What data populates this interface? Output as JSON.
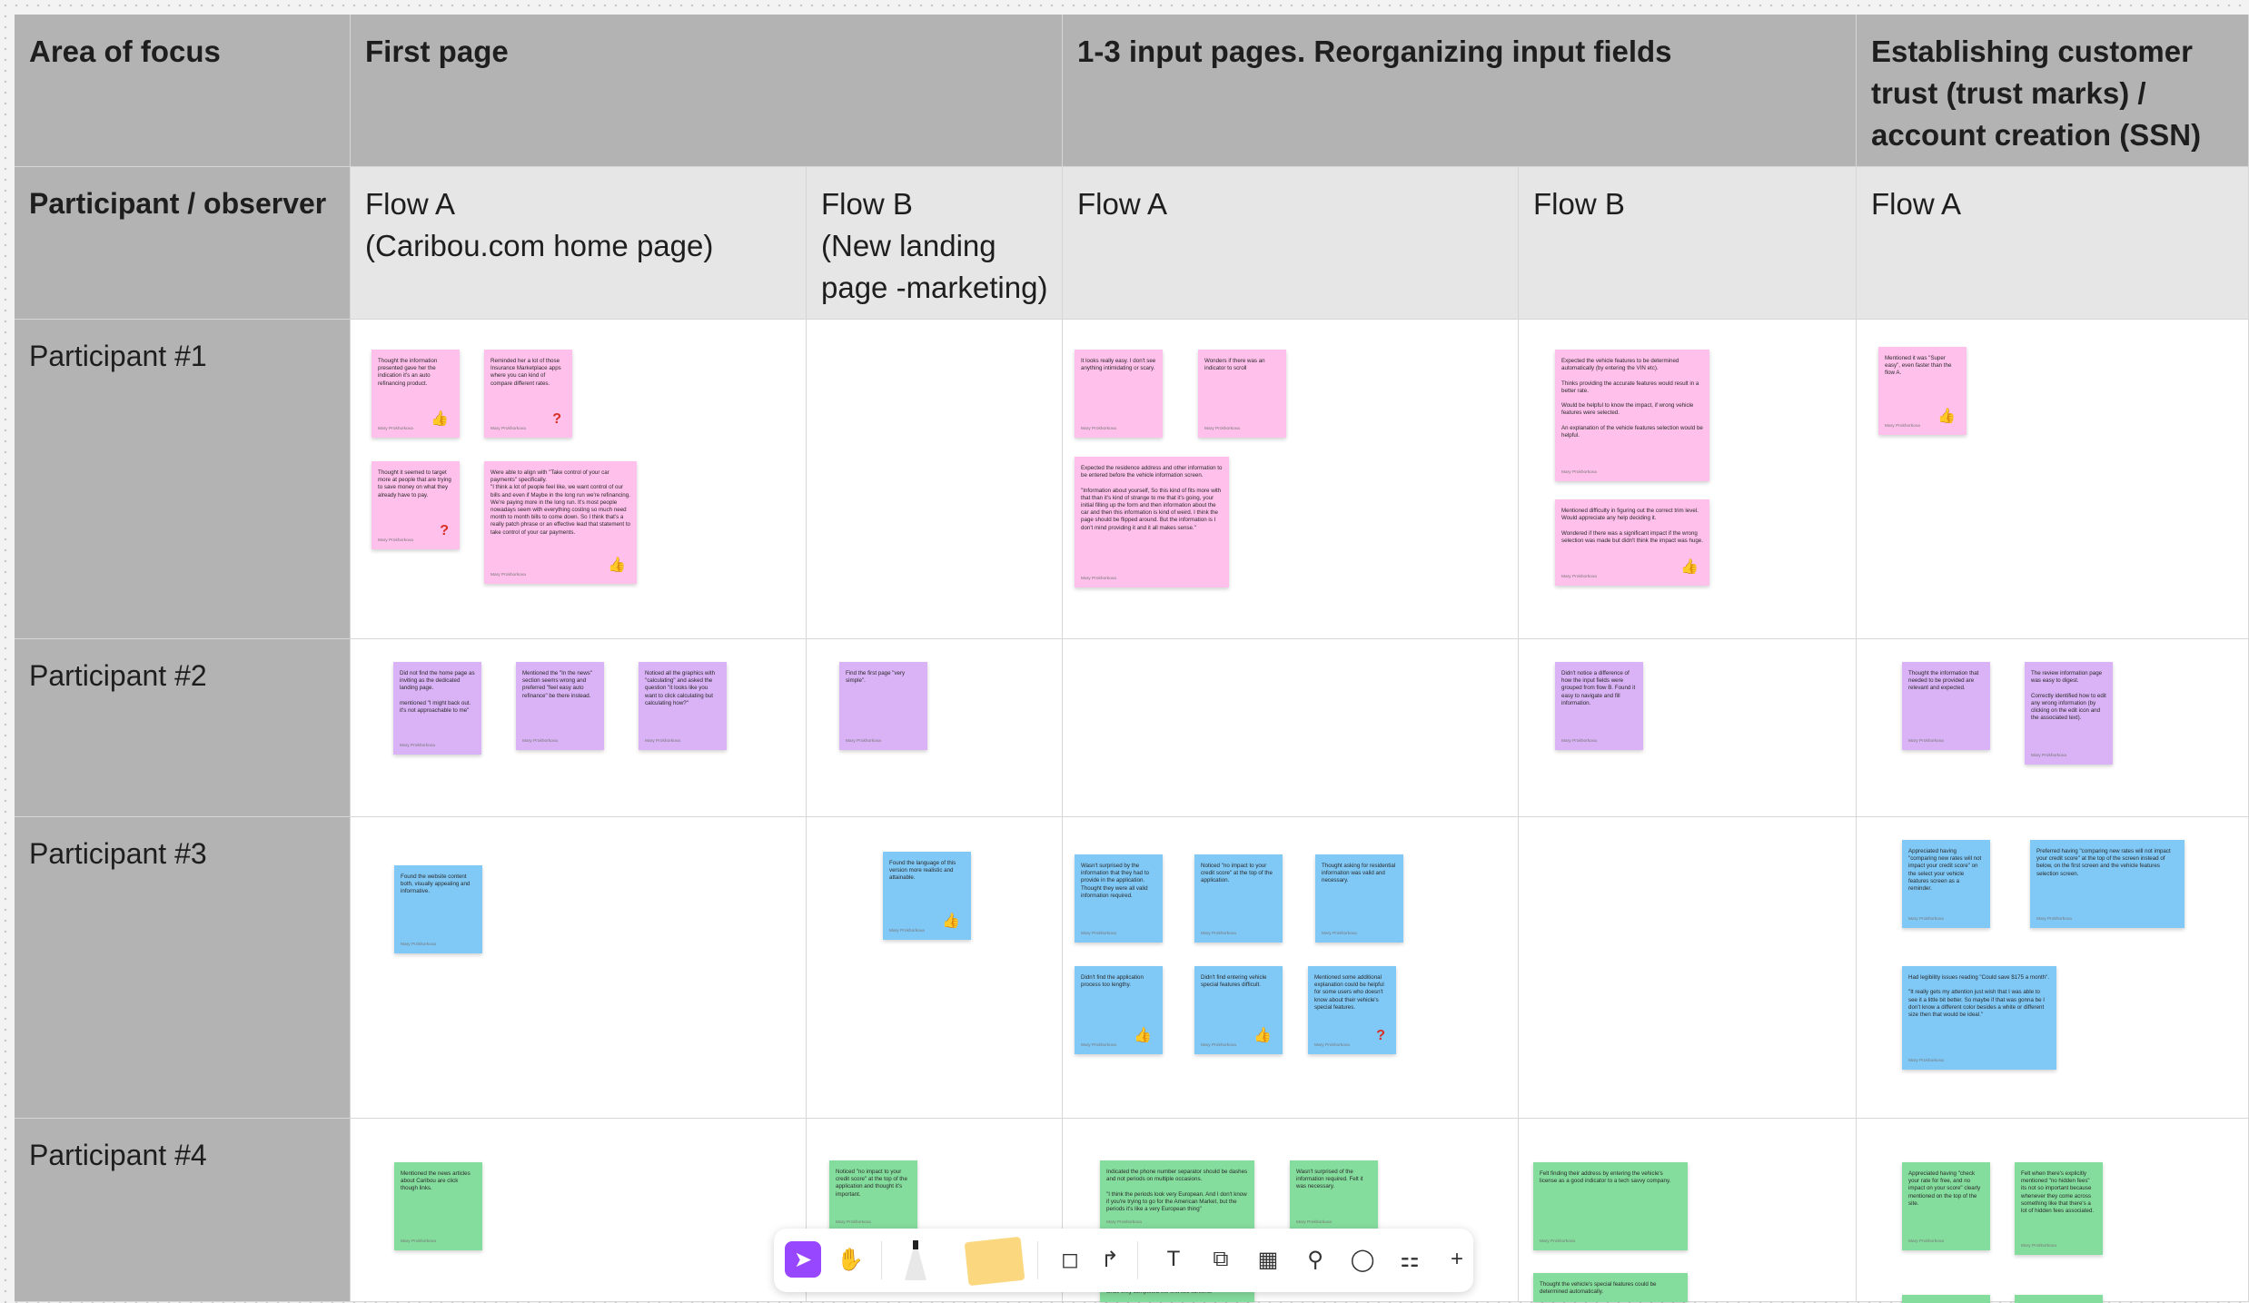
{
  "columns": [
    {
      "header": "Area of focus",
      "sub": "Participant / observer"
    },
    {
      "header": "First page",
      "sub": "Flow A\n(Caribou.com home page)"
    },
    {
      "header": "",
      "sub": "Flow B\n(New landing\npage -marketing)"
    },
    {
      "header": "1-3 input pages. Reorganizing input fields",
      "sub": "Flow A"
    },
    {
      "header": "",
      "sub": "Flow B"
    },
    {
      "header": "Establishing customer trust  (trust marks) / account creation (SSN) page.",
      "sub": "Flow A"
    }
  ],
  "rows": [
    "Participant #1",
    "Participant #2",
    "Participant #3",
    "Participant #4"
  ],
  "note_author": "Mary Prokhorkova",
  "notes": [
    {
      "color": "pink",
      "text": "Thought the information presented gave her the indication it's an auto refinancing product.",
      "sticker": "thumb"
    },
    {
      "color": "pink",
      "text": "Reminded her a lot of those Insurance Marketplace apps where you can kind of compare different rates.",
      "sticker": "q"
    },
    {
      "color": "pink",
      "text": "Thought it seemed to target more at people that are trying to save money on what they already have to pay.",
      "sticker": "q"
    },
    {
      "color": "pink",
      "text": "Were able to align with \"Take control of your car payments\" specifically.\n\"I think a lot of people feel like, we want control of our bills and even if Maybe in the long run we're refinancing. We're paying more in the long run. It's most people nowadays seem with everything costing so much need month to month bills to come down. So I think that's a really patch phrase or an effective lead that statement to take control of your car payments.",
      "sticker": "thumb"
    },
    {
      "color": "pink",
      "text": "It looks really easy. I don't see anything intimidating or scary.",
      "sticker": ""
    },
    {
      "color": "pink",
      "text": "Wonders if there was an indicator to scroll",
      "sticker": ""
    },
    {
      "color": "pink",
      "text": "Expected the residence address and other information to be entered before the vehicle information screen.\n\n\"Information about yourself, So this kind of fits more with that than it's kind of strange to me that it's going, your initial filling up the form and then information about the car and then this information is kind of weird. I think the page should be flipped around. But the information is I don't mind providing it and it all makes sense.\"",
      "sticker": ""
    },
    {
      "color": "pink",
      "text": "Expected the vehicle features to be determined automatically (by entering the VIN etc).\n\nThinks providing the accurate features would result in a better rate.\n\nWould be helpful to know the impact, if wrong vehicle features were selected.\n\nAn explanation of the vehicle features selection would be helpful.",
      "sticker": ""
    },
    {
      "color": "pink",
      "text": "Mentioned difficulty in figuring out the correct trim level. Would appreciate any help deciding it.\n\nWondered if there was a significant impact if the wrong selection was made but didn't think the impact was huge.",
      "sticker": "thumb"
    },
    {
      "color": "pink",
      "text": "Mentioned it was \"Super easy\", even faster than the flow A.",
      "sticker": "thumb"
    },
    {
      "color": "purple",
      "text": "Did not find the home page as inviting as the dedicated landing page.\n\nmentioned \"I might back out. it's not approachable to me\"",
      "sticker": ""
    },
    {
      "color": "purple",
      "text": "Mentioned the \"In the news\" section seems wrong and preferred \"feel easy auto refinance\" be there instead.",
      "sticker": ""
    },
    {
      "color": "purple",
      "text": "Noticed all the graphics with \"calculating\" and asked the question \"it looks like you want to click calculating but calculating how?\"",
      "sticker": ""
    },
    {
      "color": "purple",
      "text": "Find the first page \"very simple\".",
      "sticker": ""
    },
    {
      "color": "purple",
      "text": "Didn't notice a difference of how the input fields were grouped from flow B. Found it easy to navigate and fill information.",
      "sticker": ""
    },
    {
      "color": "purple",
      "text": "Thought the information that needed to be provided are relevant and expected.",
      "sticker": ""
    },
    {
      "color": "purple",
      "text": "The review information page was easy to digest.\n\nCorrectly identified how to edit any wrong information (by clicking on the edit icon and the associated text).",
      "sticker": ""
    },
    {
      "color": "blue",
      "text": "Found the website content both, visually appealing and informative.",
      "sticker": ""
    },
    {
      "color": "blue",
      "text": "Found the language of this version more realistic and attainable.",
      "sticker": "thumb"
    },
    {
      "color": "blue",
      "text": "Wasn't surprised by the information that they had to provide in the application. Thought they were all valid information required.",
      "sticker": ""
    },
    {
      "color": "blue",
      "text": "Noticed \"no impact to your credit score\" at the top of the application.",
      "sticker": ""
    },
    {
      "color": "blue",
      "text": "Thought asking for residential information was valid and necessary.",
      "sticker": ""
    },
    {
      "color": "blue",
      "text": "Didn't find the application process too lengthy.",
      "sticker": "thumb"
    },
    {
      "color": "blue",
      "text": "Didn't find entering vehicle special features difficult.",
      "sticker": "thumb"
    },
    {
      "color": "blue",
      "text": "Mentioned some additional explanation could be helpful for some users who doesn't know about their vehicle's special features.",
      "sticker": "q"
    },
    {
      "color": "blue",
      "text": "Appreciated having \"comparing new rates will not impact your credit score\" on the select your vehicle features screen as a reminder.",
      "sticker": ""
    },
    {
      "color": "blue",
      "text": "Preferred having \"comparing new rates will not impact your credit score\" at the top of the screen instead of below, on the first screen and the vehicle features selection screen.",
      "sticker": ""
    },
    {
      "color": "blue",
      "text": "Had legibility issues reading \"Could save $175 a month\".\n\n\"It really gets my attention just wish that I was able to see it a little bit better. So maybe if that was gonna be I don't know a different color besides a white or different size then that would be ideal.\"",
      "sticker": ""
    },
    {
      "color": "green",
      "text": "Mentioned the news articles about Caribou are click though links.",
      "sticker": ""
    },
    {
      "color": "green",
      "text": "Noticed \"no impact to your credit score\" at the top of the application and thought it's important.",
      "sticker": ""
    },
    {
      "color": "green",
      "text": "Indicated the phone number separator should be dashes and not periods on multiple occasions.\n\n\"I think the periods look very European. And I don't know if you're trying to go for the American Market, but the periods it's like a very European thing\"",
      "sticker": ""
    },
    {
      "color": "green",
      "text": "Wasn't surprised of the information required. Felt it was necessary.",
      "sticker": ""
    },
    {
      "color": "green",
      "text": "Felt finding their address by entering the vehicle's license as a good indicator to a tech savvy company.",
      "sticker": ""
    },
    {
      "color": "green",
      "text": "Thought the vehicle's special features could be determined automatically.",
      "sticker": ""
    },
    {
      "color": "green",
      "text": "since they completed the first two screens.",
      "sticker": ""
    },
    {
      "color": "green",
      "text": "Appreciated having \"check your rate for free, and no impact on your score\" clearly mentioned on the top of the site.",
      "sticker": ""
    },
    {
      "color": "green",
      "text": "Felt when there's explicitly mentioned \"no hidden fees\" its not so important because whenever they come across something like that there's a lot of hidden fees associated.",
      "sticker": ""
    },
    {
      "color": "green",
      "text": "",
      "sticker": ""
    },
    {
      "color": "green",
      "text": "",
      "sticker": ""
    }
  ],
  "toolbar": [
    {
      "name": "move-tool-icon",
      "glyph": "➤",
      "active": true
    },
    {
      "name": "hand-tool-icon",
      "glyph": "✋",
      "active": false
    },
    {
      "name": "marker-pen-icon",
      "glyph": "✎",
      "active": false
    },
    {
      "name": "sticky-note-icon",
      "glyph": "",
      "active": false
    },
    {
      "name": "shape-tool-icon",
      "glyph": "◻",
      "active": false
    },
    {
      "name": "connector-tool-icon",
      "glyph": "↱",
      "active": false
    },
    {
      "name": "text-tool-icon",
      "glyph": "T",
      "active": false
    },
    {
      "name": "section-tool-icon",
      "glyph": "⧉",
      "active": false
    },
    {
      "name": "table-tool-icon",
      "glyph": "▦",
      "active": false
    },
    {
      "name": "stamp-tool-icon",
      "glyph": "⚲",
      "active": false
    },
    {
      "name": "comment-tool-icon",
      "glyph": "◯",
      "active": false
    },
    {
      "name": "widgets-tool-icon",
      "glyph": "⚏",
      "active": false
    },
    {
      "name": "more-tools-icon",
      "glyph": "+",
      "active": false
    }
  ]
}
